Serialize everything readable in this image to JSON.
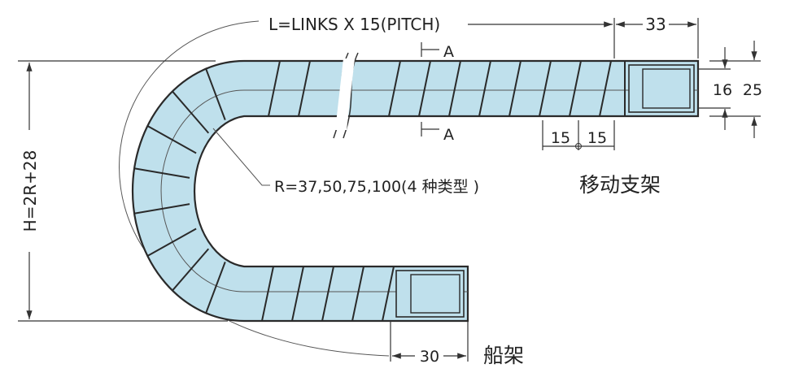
{
  "labels": {
    "length": "L=LINKS X 15(PITCH)",
    "end_length": "33",
    "section_top": "A",
    "section_bottom": "A",
    "inner_height": "16",
    "outer_height": "25",
    "pitch_left": "15",
    "pitch_right": "15",
    "radius": "R=37,50,75,100(4 种类型 )",
    "moving_bracket": "移动支架",
    "height": "H=2R+28",
    "fixed_length": "30",
    "fixed_bracket": "船架"
  },
  "colors": {
    "chain_fill": "#bfe0ec",
    "outline": "#2a2a2a"
  }
}
